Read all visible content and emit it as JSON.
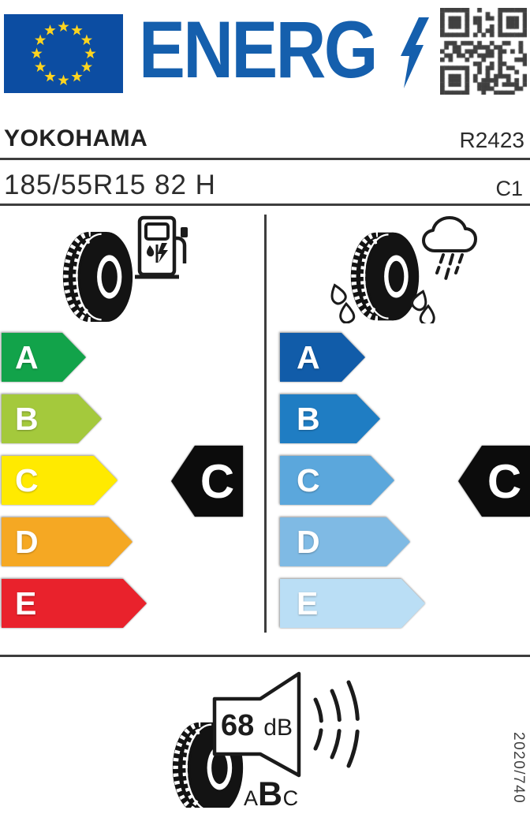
{
  "header": {
    "logo_text": "ENERG",
    "icons": {
      "eu_flag": "eu-flag",
      "lightning": "lightning-bolt",
      "qr": "qr-code"
    },
    "colors": {
      "logo_blue": "#155fad",
      "flag_blue": "#0c4da2",
      "star_yellow": "#ffd41f"
    }
  },
  "brand": {
    "name": "YOKOHAMA",
    "code": "R2423"
  },
  "tire_info": {
    "size": "185/55R15 82 H",
    "tyre_class": "C1"
  },
  "fuel_efficiency": {
    "icon": "fuel-pump-tire",
    "rating": "C",
    "scale": [
      {
        "label": "A",
        "color": "#12a34a"
      },
      {
        "label": "B",
        "color": "#a4c93c"
      },
      {
        "label": "C",
        "color": "#ffea00"
      },
      {
        "label": "D",
        "color": "#f5a823"
      },
      {
        "label": "E",
        "color": "#e9222c"
      }
    ]
  },
  "wet_grip": {
    "icon": "rain-cloud-tire",
    "rating": "C",
    "scale": [
      {
        "label": "A",
        "color": "#115ca9"
      },
      {
        "label": "B",
        "color": "#1f7dc3"
      },
      {
        "label": "C",
        "color": "#5ba7dc"
      },
      {
        "label": "D",
        "color": "#7fbae4"
      },
      {
        "label": "E",
        "color": "#badef5"
      }
    ]
  },
  "noise": {
    "icon": "speaker-tire",
    "value": "68",
    "unit": "dB",
    "class_a": "A",
    "class_b": "B",
    "class_c": "C",
    "rated_class": "B"
  },
  "regulation": "2020/740"
}
